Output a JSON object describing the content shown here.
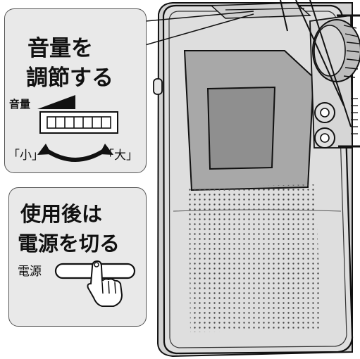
{
  "volume_panel": {
    "heading_line1": "音量を",
    "heading_line2": "調節する",
    "slider_label": "音量",
    "small_label": "「小」",
    "large_label": "「大」"
  },
  "power_panel": {
    "heading_line1": "使用後は",
    "heading_line2": "電源を切る",
    "switch_label": "電源"
  },
  "colors": {
    "panel_fill": "#e9e9e9",
    "device_fill": "#dcdcdc",
    "screen_fill": "#8f8f8f",
    "outline": "#111111"
  },
  "icons": [
    "volume-ramp-icon",
    "curved-arrow-icon",
    "pointing-hand-icon"
  ]
}
